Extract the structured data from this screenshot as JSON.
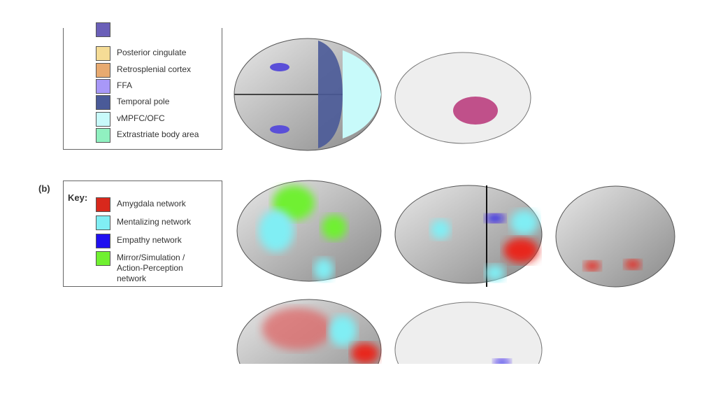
{
  "panel_a_legend": {
    "items": [
      {
        "label": "",
        "color": "#6a5fb8"
      },
      {
        "label": "Posterior cingulate",
        "color": "#f5dc96"
      },
      {
        "label": "Retrosplenial cortex",
        "color": "#e8aa70"
      },
      {
        "label": "FFA",
        "color": "#a898f8"
      },
      {
        "label": "Temporal pole",
        "color": "#4a5a98"
      },
      {
        "label": "vMPFC/OFC",
        "color": "#c8fafa"
      },
      {
        "label": "Extrastriate body area",
        "color": "#90f0c0"
      }
    ]
  },
  "panel_b": {
    "label": "(b)",
    "key_title": "Key:",
    "items": [
      {
        "label": "Amygdala network",
        "color": "#d8281c"
      },
      {
        "label": "Mentalizing network",
        "color": "#80eef4"
      },
      {
        "label": "Empathy network",
        "color": "#2010f0"
      },
      {
        "label": "Mirror/Simulation / Action-Perception network",
        "color": "#70f030"
      }
    ]
  }
}
